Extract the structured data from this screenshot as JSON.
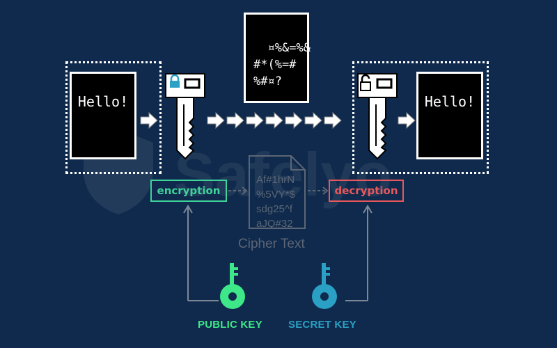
{
  "plaintext_left": "Hello!",
  "plaintext_right": "Hello!",
  "ciphertext_doc": "¤%&=%&\n#*(%=#\n%#¤?",
  "encryption_label": "encryption",
  "decryption_label": "decryption",
  "cipher_file_text": "Af#1hrN\n%5VY*$\nsdg25^f\naJQ#32",
  "cipher_caption": "Cipher Text",
  "public_key_label": "PUBLIC KEY",
  "secret_key_label": "SECRET KEY",
  "watermark_text": "Safelyo",
  "colors": {
    "background": "#0f2a4c",
    "encryption": "#3fd29a",
    "decryption": "#e8585c",
    "public_key": "#3ee889",
    "secret_key": "#2aa0c4",
    "muted": "#5b6675"
  }
}
